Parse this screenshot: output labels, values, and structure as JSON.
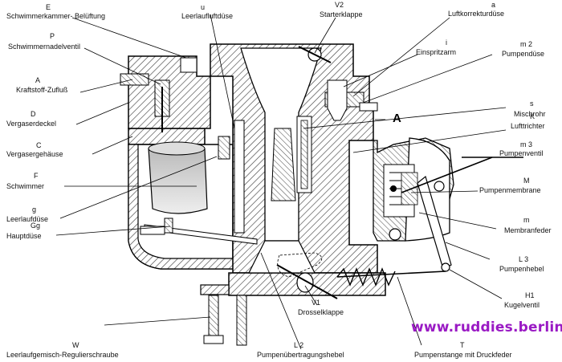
{
  "watermark": "www.ruddies.berlin",
  "marker_A": "A",
  "labels": {
    "E": {
      "code": "E",
      "name": "Schwimmerkammer- Belüftung"
    },
    "P": {
      "code": "P",
      "name": "Schwimmernadelventil"
    },
    "A": {
      "code": "A",
      "name": "Kraftstoff-Zufluß"
    },
    "D": {
      "code": "D",
      "name": "Vergaserdeckel"
    },
    "C": {
      "code": "C",
      "name": "Vergasergehäuse"
    },
    "F": {
      "code": "F",
      "name": "Schwimmer"
    },
    "g": {
      "code": "g",
      "name": "Leerlaufdüse"
    },
    "Gg": {
      "code": "Gg",
      "name": "Hauptdüse"
    },
    "W": {
      "code": "W",
      "name": "Leerlaufgemisch-Regulierschraube"
    },
    "u": {
      "code": "u",
      "name": "Leerlaufluftdüse"
    },
    "V2": {
      "code": "V2",
      "name": "Starterklappe"
    },
    "a": {
      "code": "a",
      "name": "Luftkorrekturdüse"
    },
    "i": {
      "code": "i",
      "name": "Einspritzarm"
    },
    "m2": {
      "code": "m 2",
      "name": "Pumpendüse"
    },
    "s": {
      "code": "s",
      "name": "Mischrohr"
    },
    "K": {
      "code": "K",
      "name": "Lufttrichter"
    },
    "m3": {
      "code": "m 3",
      "name": "Pumpenventil"
    },
    "M": {
      "code": "M",
      "name": "Pumpenmembrane"
    },
    "m": {
      "code": "m",
      "name": "Membranfeder"
    },
    "L3": {
      "code": "L 3",
      "name": "Pumpenhebel"
    },
    "H1": {
      "code": "H1",
      "name": "Kugelventil"
    },
    "V1": {
      "code": "V1",
      "name": "Drosselklappe"
    },
    "L2": {
      "code": "L 2",
      "name": "Pumpenübertragungshebel"
    },
    "T": {
      "code": "T",
      "name": "Pumpenstange mit Druckfeder"
    }
  }
}
